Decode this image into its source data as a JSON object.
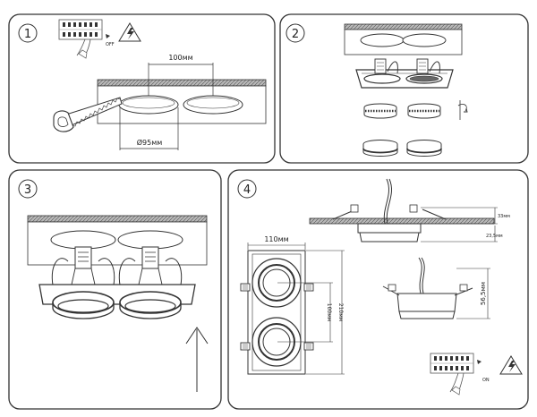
{
  "steps": {
    "s1": "1",
    "s2": "2",
    "s3": "3",
    "s4": "4"
  },
  "step1": {
    "switch_label": "OFF",
    "dim_spacing": "100мм",
    "dim_hole": "Ø95мм"
  },
  "step4": {
    "dim_width": "110мм",
    "dim_height": "210мм",
    "dim_pitch": "100мм",
    "dim_depth_top": "33мм",
    "dim_thickness": "23,5мм",
    "dim_depth": "56,5мм",
    "switch_label": "ON"
  },
  "colors": {
    "stroke": "#333333",
    "ceiling": "#9a9a9a"
  }
}
